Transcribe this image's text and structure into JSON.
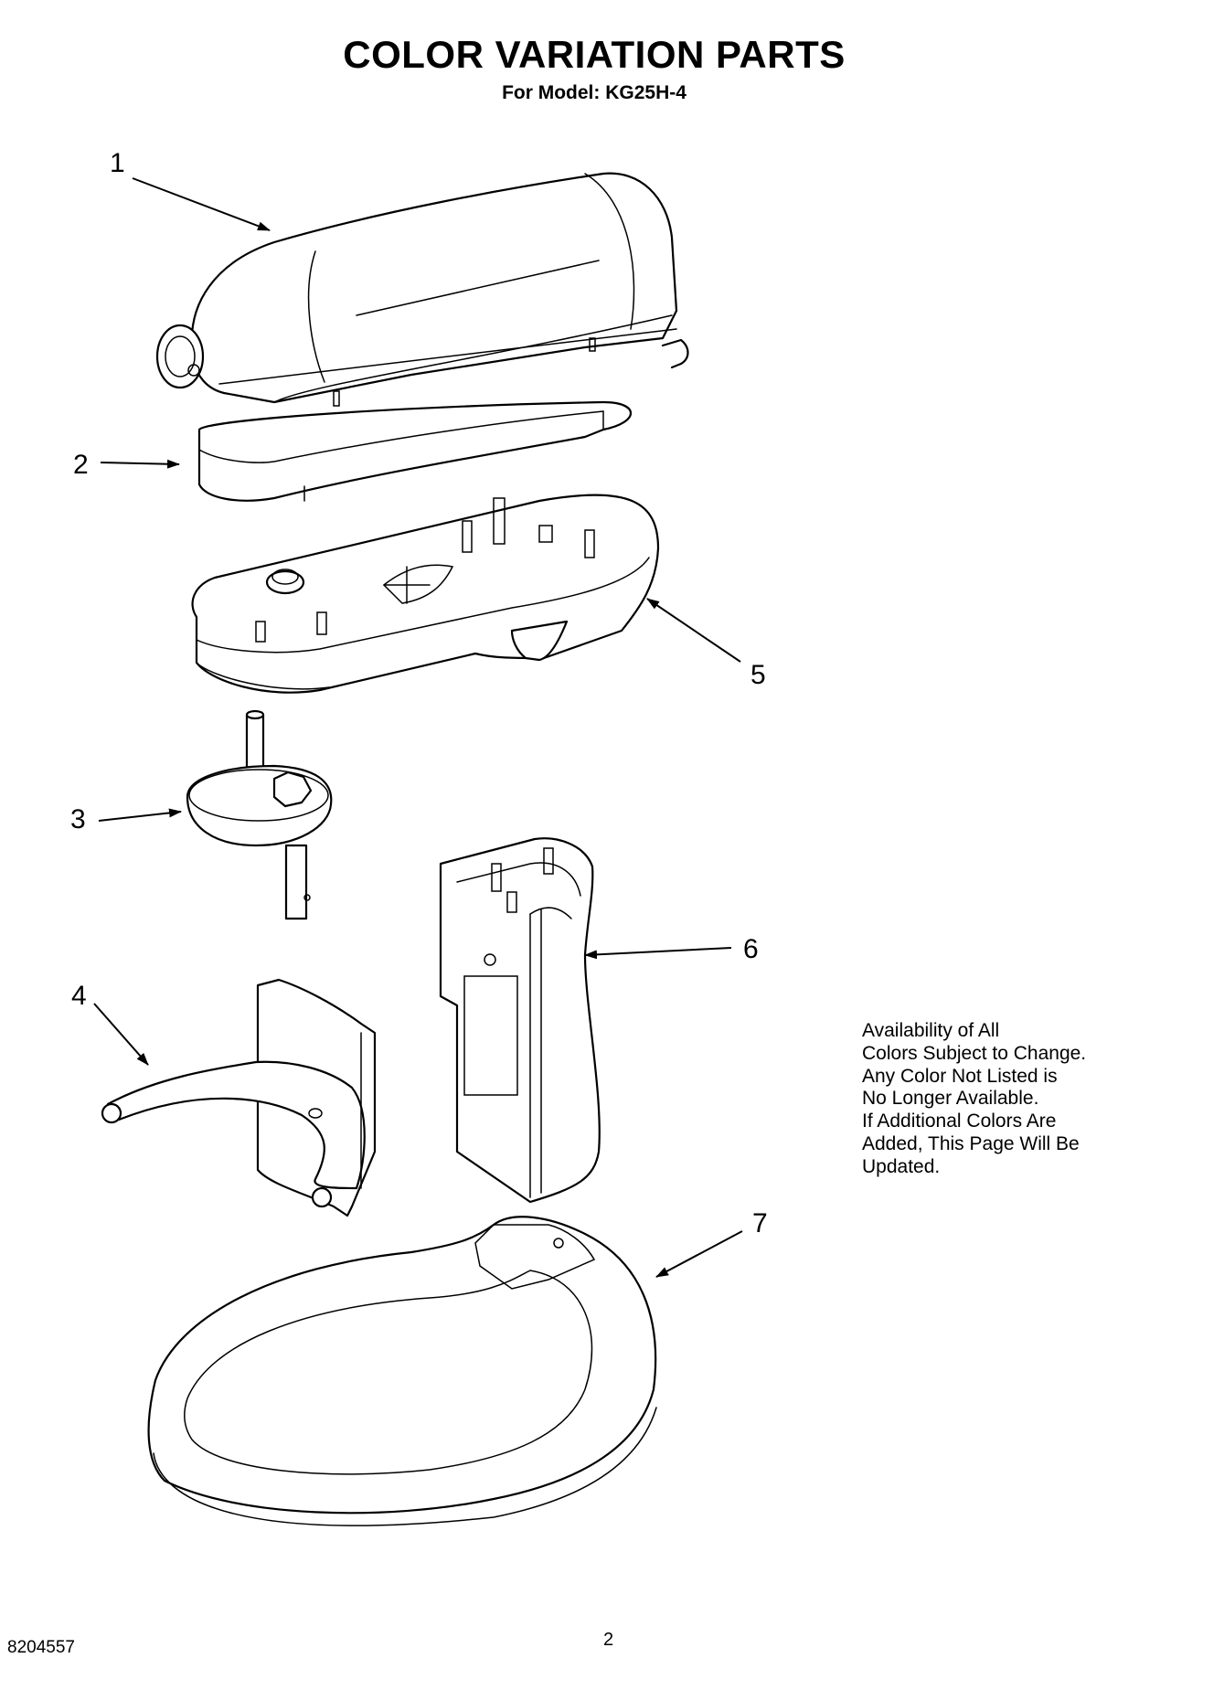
{
  "header": {
    "title": "COLOR VARIATION PARTS",
    "subtitle": "For Model: KG25H-4"
  },
  "callouts": [
    "1",
    "2",
    "3",
    "4",
    "5",
    "6",
    "7"
  ],
  "note_lines": [
    "Availability of All",
    "Colors Subject to Change.",
    "Any Color Not Listed is",
    "No Longer Available.",
    "If Additional Colors Are",
    "Added, This Page Will Be",
    "Updated."
  ],
  "footer": {
    "doc_number": "8204557",
    "page_number": "2"
  }
}
